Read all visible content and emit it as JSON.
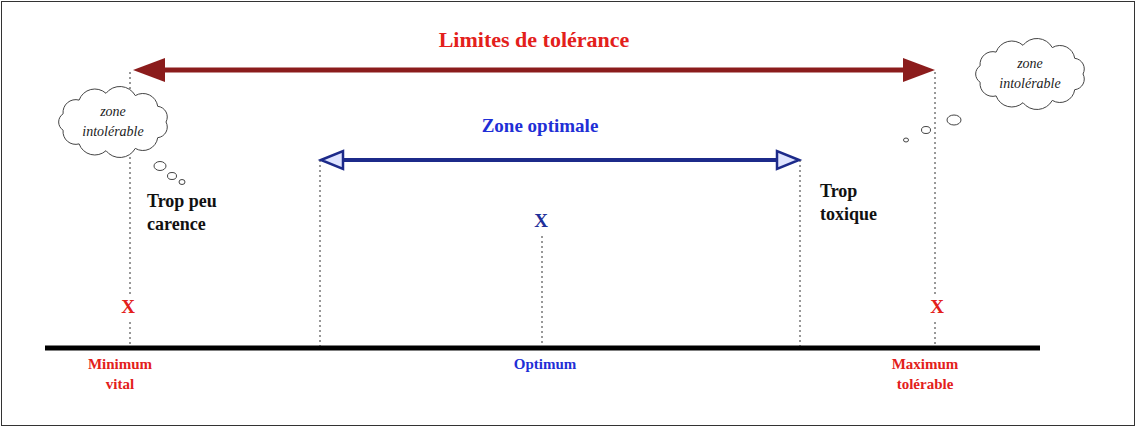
{
  "diagram": {
    "nodes": [
      {
        "text": [
          "zone intolérable"
        ]
      },
      {
        "text": [
          "zone intolérable"
        ]
      }
    ],
    "labels": [
      "Limites de tolérance",
      "Zone optimale",
      "Trop peu carence",
      "X",
      "Trop toxique",
      "X",
      "X",
      "Minimum vital",
      "Optimum",
      "Maximum tolérable"
    ]
  }
}
